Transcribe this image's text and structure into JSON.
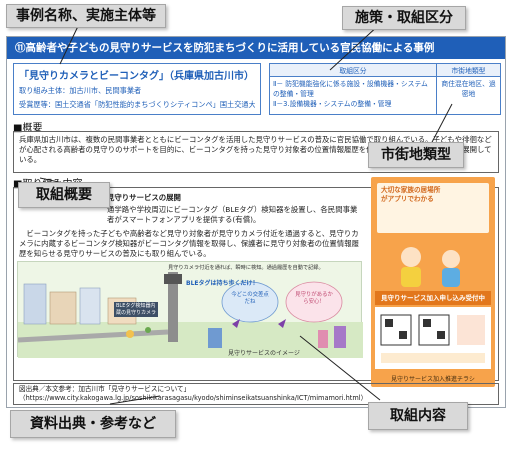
{
  "callouts": {
    "case_name": "事例名称、実施主体等",
    "policy_category": "施策・取組区分",
    "city_type": "市街地類型",
    "overview": "取組概要",
    "sources": "資料出典・参考など",
    "content": "取組内容"
  },
  "banner": {
    "title": "⑪高齢者や子どもの見守りサービスを防犯まちづくりに活用している官民協働による事例"
  },
  "project": {
    "title": "「見守りカメラとビーコンタグ」（兵庫県加古川市）",
    "entity": "取り組み主体：加古川市、民間事業者",
    "award": "受賞歴等：国土交通省「防犯性能的まちづくりシティコンペ」国土交通大臣賞受賞"
  },
  "category_table": {
    "header_category": "取組区分",
    "header_type": "市街地類型",
    "row1": "Ⅱ－ 防犯機能強化に係る施設・設備機器・システムの整備・管理",
    "row2": "Ⅱ－3.設備機器・システムの整備・管理",
    "type_value": "商住混在地区、過密地"
  },
  "overview": {
    "heading": "■概要",
    "text": "兵庫県加古川市は、複数の民間事業者とともにビーコンタグを活用した見守りサービスの普及に官民協働で取り組んでいる。子どもや徘徊などが心配される高齢者の見守りのサポートを目的に、ビーコンタグを持った見守り対象者の位置情報履歴を保護者に提供する防犯対策を展開している。"
  },
  "content": {
    "heading": "■取り組み内容",
    "subheading": "見守りサービスの展開",
    "line1": "通学路や学校周辺にビーコンタグ（BLEタグ）検知器を設置し、各民間事業者がスマートフォンアプリを提供する(有償)。",
    "line2": "ビーコンタグを持った子どもや高齢者など見守り対象者が見守りカメラ付近を通過すると、見守りカメラに内蔵するビーコンタグ検知器がビーコンタグ情報を取得し、保護者に見守り対象者の位置情報履歴を知らせる見守りサービスの普及にも取り組んでいる。"
  },
  "illustration": {
    "camera_note": "見守りカメラ付近を通れば、瞬時に検知。通過履歴を自動で記録。",
    "ble_bubble": "BLEタグは持ち歩くだけ！",
    "bubble_left": "今どこの交差点だね",
    "bubble_right": "見守りがあるから安心！",
    "detector_label": "BLEタグ検知器内蔵の見守りカメラ",
    "caption": "見守りサービスのイメージ"
  },
  "flyer": {
    "headline": "大切な家族の居場所がアプリでわかる",
    "band": "見守りサービス加入申し込み受付中",
    "caption": "見守りサービス加入推進チラシ"
  },
  "source": {
    "line1": "図出典／本文参考：加古川市「見守りサービスについて」",
    "line2": "（https://www.city.kakogawa.lg.jp/soshikikarasagasu/kyodo/shiminseikatsuanshinka/ICT/mimamori.html）"
  },
  "colors": {
    "banner_blue": "#1f5fb8",
    "callout_gray": "#d9d9d9",
    "flyer_orange": "#f7a34b"
  }
}
